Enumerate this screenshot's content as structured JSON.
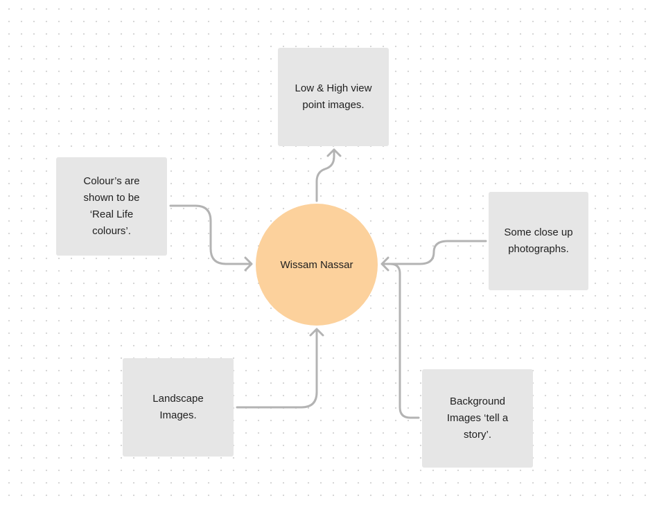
{
  "center": {
    "label": "Wissam Nassar",
    "color": "#fcd19c"
  },
  "notes": [
    {
      "id": "viewpoint",
      "text": "Low & High view\npoint images."
    },
    {
      "id": "colours",
      "text": "Colour’s are\nshown to be\n‘Real Life\ncolours’."
    },
    {
      "id": "closeup",
      "text": "Some close up\nphotographs."
    },
    {
      "id": "landscape",
      "text": "Landscape\nImages."
    },
    {
      "id": "background",
      "text": "Background\nImages ‘tell a\nstory’."
    }
  ],
  "colors": {
    "sticky_fill": "#e6e6e6",
    "connector": "#b3b3b3",
    "text": "#1e1e1e"
  }
}
